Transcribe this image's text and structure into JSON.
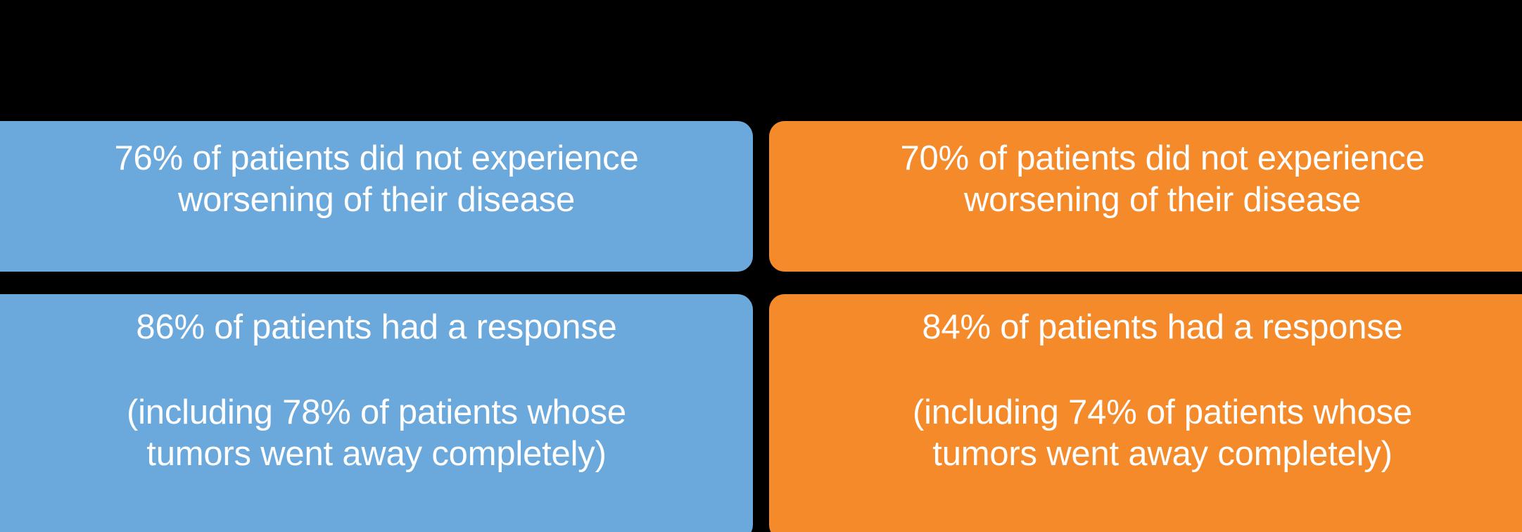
{
  "theme": {
    "background": "#000000",
    "text_color": "#ffffff",
    "blue": "#6BA8DB",
    "orange": "#F58A2B"
  },
  "panels": [
    {
      "id": "blue-column",
      "color_name": "blue",
      "color": "#6BA8DB",
      "cards": [
        {
          "id": "blue-progression",
          "primary": "76% of patients did not experience\nworsening of their disease",
          "secondary": ""
        },
        {
          "id": "blue-response",
          "primary": "86% of patients had a response",
          "secondary": "(including 78% of patients whose\ntumors went away completely)"
        }
      ]
    },
    {
      "id": "orange-column",
      "color_name": "orange",
      "color": "#F58A2B",
      "cards": [
        {
          "id": "orange-progression",
          "primary": "70% of patients did not experience\nworsening of their disease",
          "secondary": ""
        },
        {
          "id": "orange-response",
          "primary": "84% of patients had a response",
          "secondary": "(including 74% of patients whose\ntumors went away completely)"
        }
      ]
    }
  ],
  "chart_data": {
    "type": "table",
    "title": "",
    "categories": [
      "Did not experience worsening of their disease",
      "Had a response",
      "Tumors went away completely"
    ],
    "series": [
      {
        "name": "Blue group",
        "values": [
          76,
          86,
          78
        ]
      },
      {
        "name": "Orange group",
        "values": [
          70,
          84,
          74
        ]
      }
    ],
    "units": "percent",
    "ylim": [
      0,
      100
    ],
    "legend": "none",
    "grid": false
  }
}
